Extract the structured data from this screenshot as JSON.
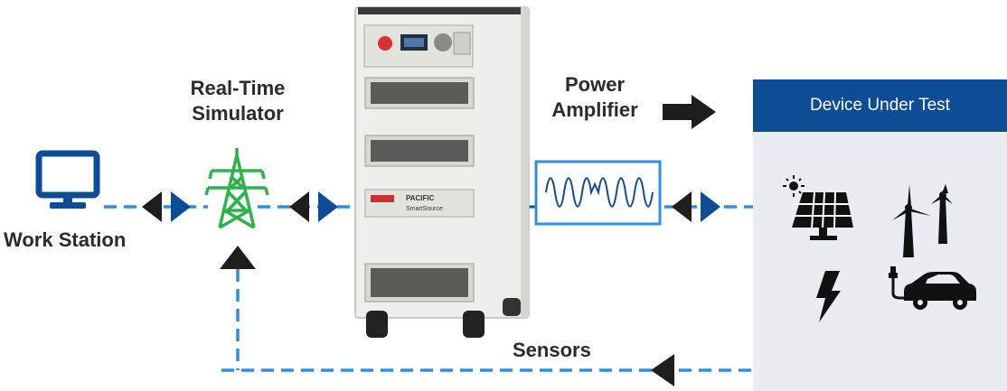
{
  "labels": {
    "workstation": "Work Station",
    "simulator": "Real-Time Simulator",
    "amplifier": "Power Amplifier",
    "sensors": "Sensors"
  },
  "dut": {
    "title": "Device Under Test"
  },
  "cabinet": {
    "brand": "PACIFIC",
    "product": "SmartSource"
  },
  "colors": {
    "blue": "#0d4d96",
    "dashed_line": "#2f8fe0",
    "green": "#2cb34a",
    "dark": "#1e1e1e",
    "panel": "#e9ecf0"
  },
  "icons": [
    "monitor-icon",
    "transmission-tower-icon",
    "solar-panel-icon",
    "wind-turbine-icon",
    "lightning-icon",
    "electric-car-icon"
  ]
}
